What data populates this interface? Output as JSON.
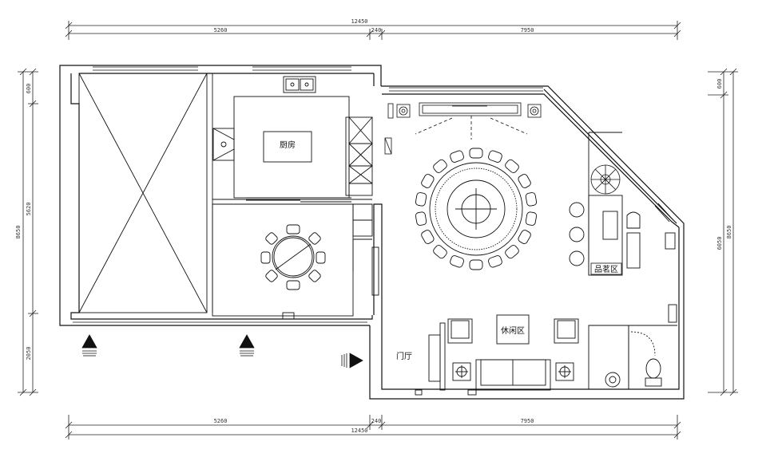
{
  "dimensions": {
    "top_total": "12450",
    "top_left": "5260",
    "top_mid": "240",
    "top_right": "7950",
    "bottom_total": "12450",
    "bottom_left": "5260",
    "bottom_mid": "240",
    "bottom_right": "7950",
    "left_total": "8650",
    "left_a": "600",
    "left_b": "5620",
    "left_c": "2050",
    "right_total": "8650",
    "right_a": "600",
    "right_b": "6050"
  },
  "rooms": {
    "kitchen": "厨房",
    "lounge": "休闲区",
    "entry": "门厅",
    "tea": "品茗区"
  }
}
